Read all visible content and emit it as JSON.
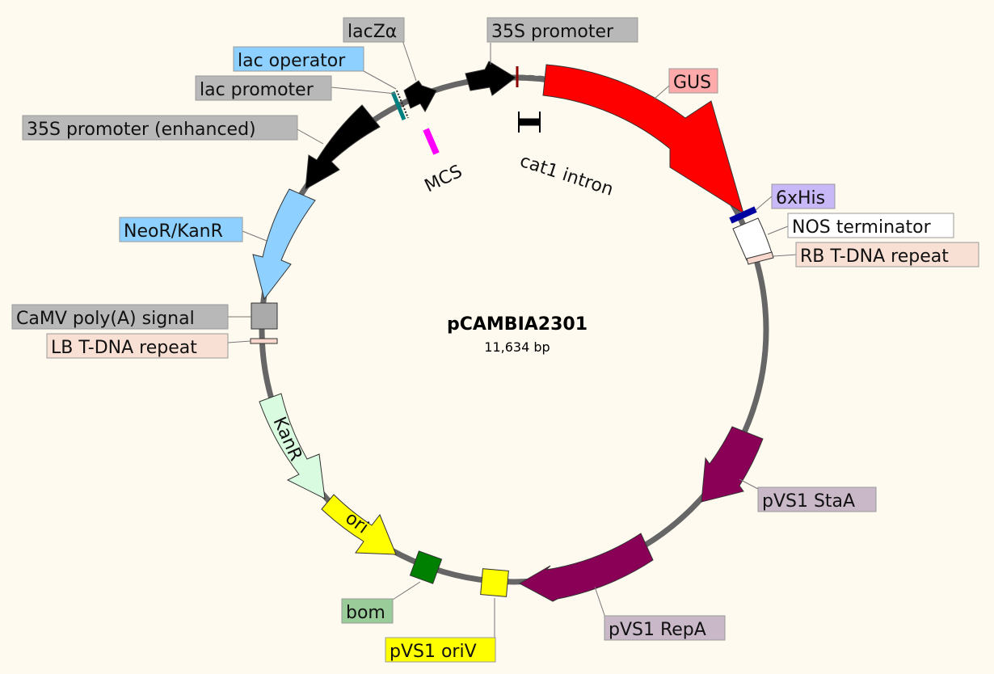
{
  "plasmid": {
    "name": "pCAMBIA2301",
    "length": "11,634 bp"
  },
  "colors": {
    "background": "#fffaf0",
    "backbone": "#666666",
    "black": "#000000",
    "gus": "#ff0000",
    "neo": "#8ed0ff",
    "kanr": "#d9fbe0",
    "ori": "#ffff00",
    "bom": "#008000",
    "pvs1": "#8b0057",
    "his": "#0000a0",
    "mcs": "#ff00ff",
    "ltrepeat": "#f8d8cc",
    "polya": "#aaaaaa"
  },
  "labels": {
    "lacz": "lacZα",
    "s35_top": "35S promoter",
    "lac_operator": "lac operator",
    "lac_promoter": "lac promoter",
    "s35_enh": "35S promoter (enhanced)",
    "gus": "GUS",
    "his": "6xHis",
    "nos": "NOS terminator",
    "rb": "RB T-DNA repeat",
    "neo": "NeoR/KanR",
    "polya": "CaMV poly(A) signal",
    "lb": "LB T-DNA repeat",
    "stab": "pVS1 StaA",
    "repa": "pVS1 RepA",
    "oriv": "pVS1 oriV",
    "bom": "bom",
    "mcs": "MCS",
    "cat1": "cat1 intron",
    "kanr_inner": "KanR",
    "ori_inner": "ori"
  }
}
